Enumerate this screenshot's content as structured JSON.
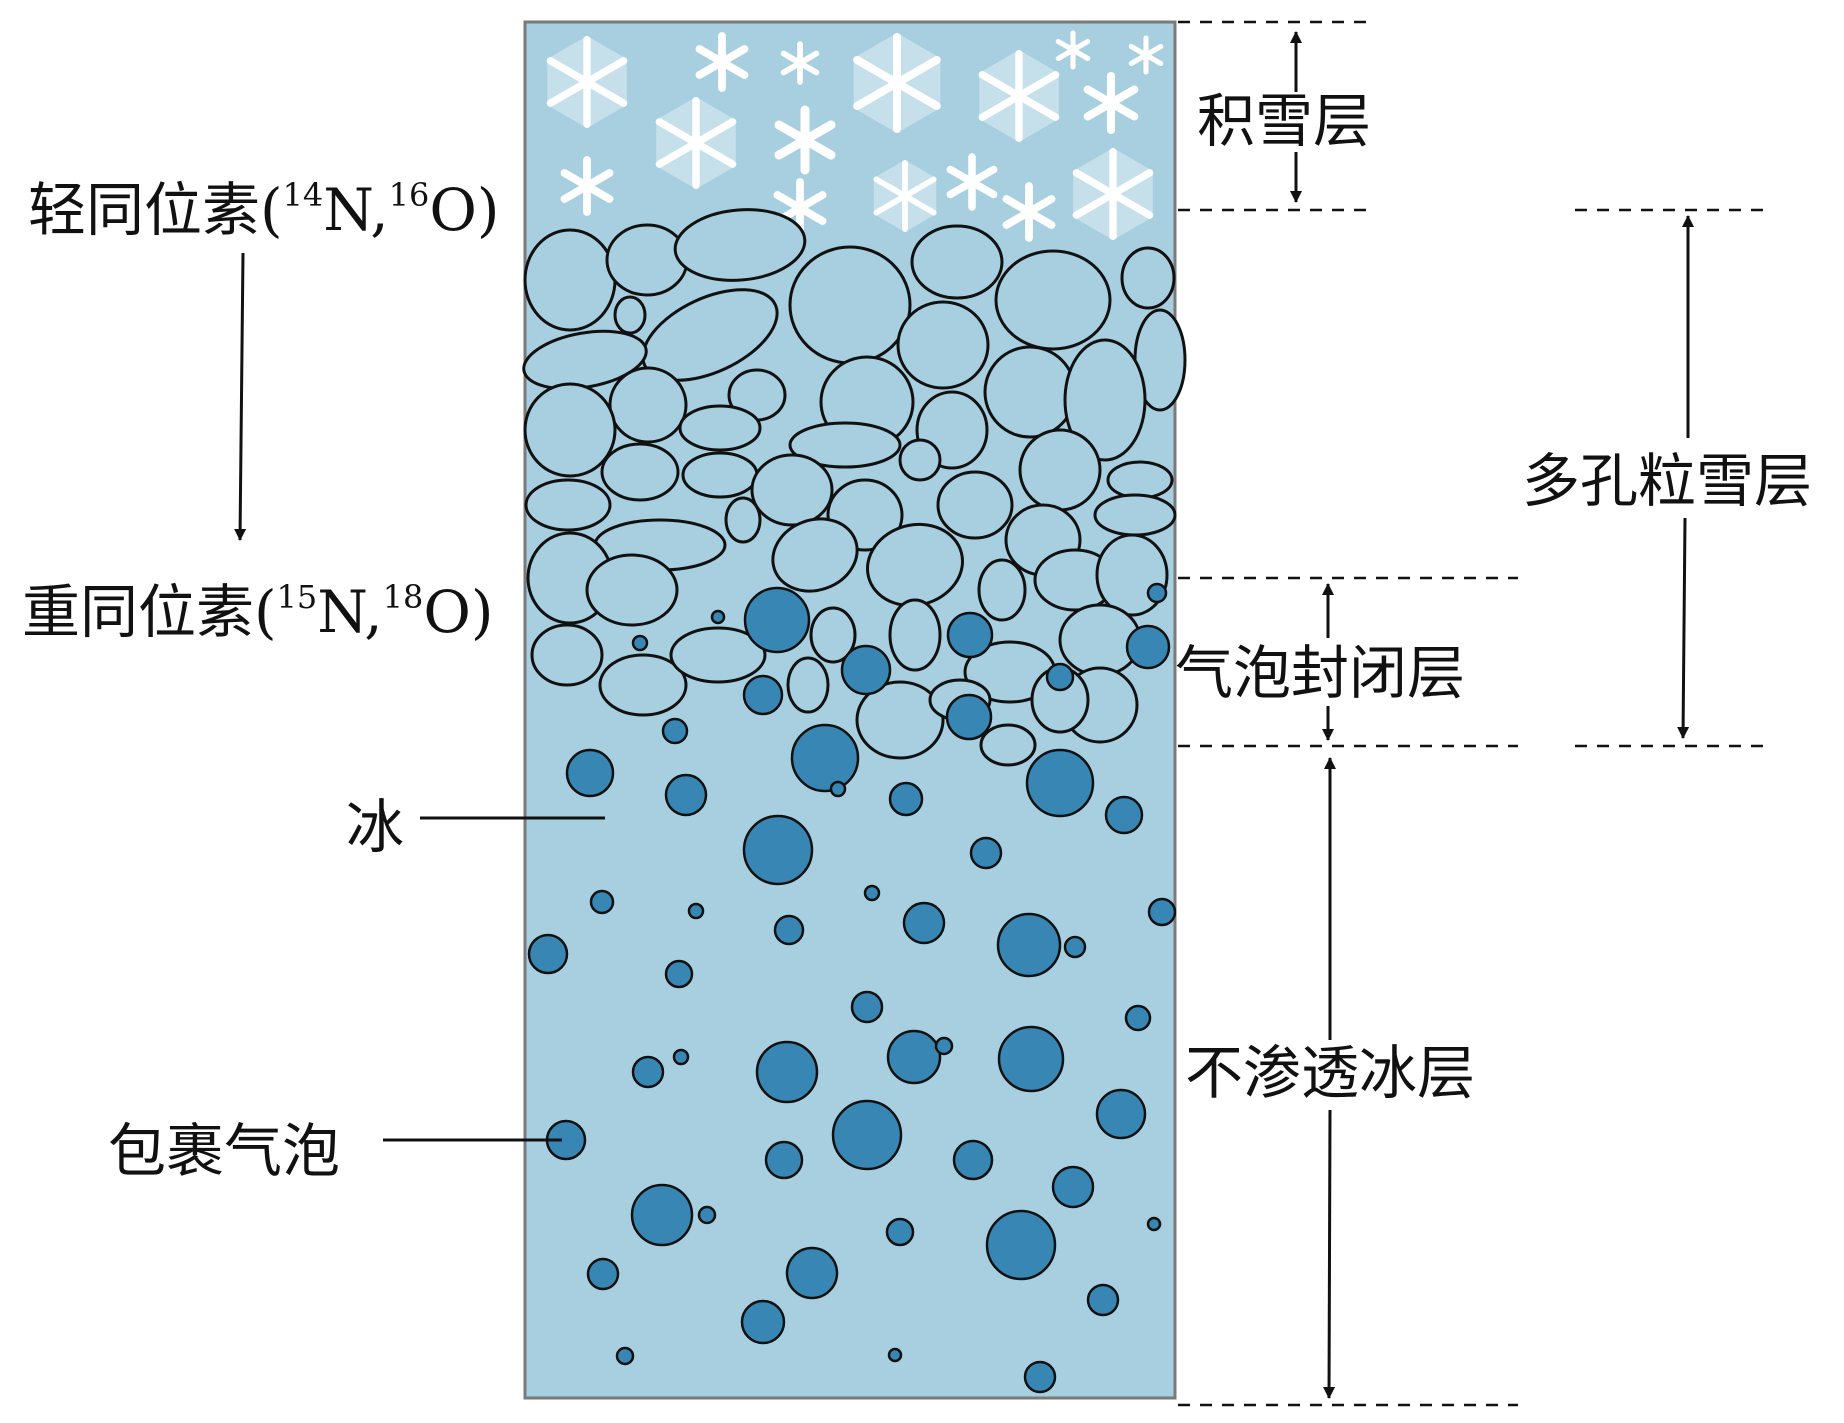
{
  "labels": {
    "snow_layer": "积雪层",
    "porous_firn_layer": "多孔粒雪层",
    "bubble_close_off_layer": "气泡封闭层",
    "impermeable_ice_layer": "不渗透冰层",
    "light_isotopes": {
      "prefix": "轻同位素(",
      "n_mass": "14",
      "n_symbol": "N,",
      "o_mass": "16",
      "o_symbol": "O)"
    },
    "heavy_isotopes": {
      "prefix": "重同位素(",
      "n_mass": "15",
      "n_symbol": "N,",
      "o_mass": "18",
      "o_symbol": "O)"
    },
    "ice": "冰",
    "trapped_bubble": "包裹气泡"
  },
  "colors": {
    "ice_fill": "#a8cfe0",
    "bubble_fill": "#3886b4",
    "snowflake": "#ffffff",
    "outline": "#111111",
    "column_border": "#7a7a7a"
  },
  "icons": {
    "snowflake": "snowflake-icon",
    "arrow": "double-arrow"
  }
}
